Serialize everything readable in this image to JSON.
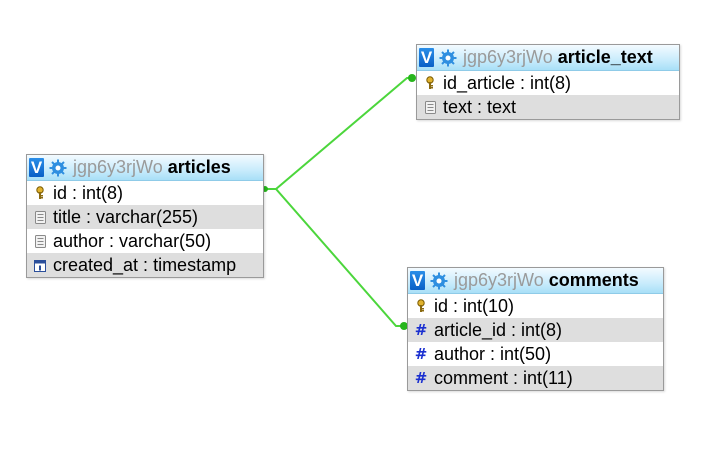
{
  "diagram": {
    "relation_color": "#4cd63c",
    "tables": [
      {
        "id": "articles",
        "db": "jgp6y3rjWo",
        "name": "articles",
        "columns": [
          {
            "icon": "key-icon",
            "text": "id : int(8)"
          },
          {
            "icon": "text-field-icon",
            "text": "title : varchar(255)"
          },
          {
            "icon": "text-field-icon",
            "text": "author : varchar(50)"
          },
          {
            "icon": "date-field-icon",
            "text": "created_at : timestamp"
          }
        ]
      },
      {
        "id": "article_text",
        "db": "jgp6y3rjWo",
        "name": "article_text",
        "columns": [
          {
            "icon": "key-icon",
            "text": "id_article : int(8)"
          },
          {
            "icon": "text-field-icon",
            "text": "text : text"
          }
        ]
      },
      {
        "id": "comments",
        "db": "jgp6y3rjWo",
        "name": "comments",
        "columns": [
          {
            "icon": "key-icon",
            "text": "id : int(10)"
          },
          {
            "icon": "numeric-field-icon",
            "text": "article_id : int(8)"
          },
          {
            "icon": "numeric-field-icon",
            "text": "author : int(50)"
          },
          {
            "icon": "numeric-field-icon",
            "text": "comment : int(11)"
          }
        ]
      }
    ],
    "v_label": "V"
  }
}
